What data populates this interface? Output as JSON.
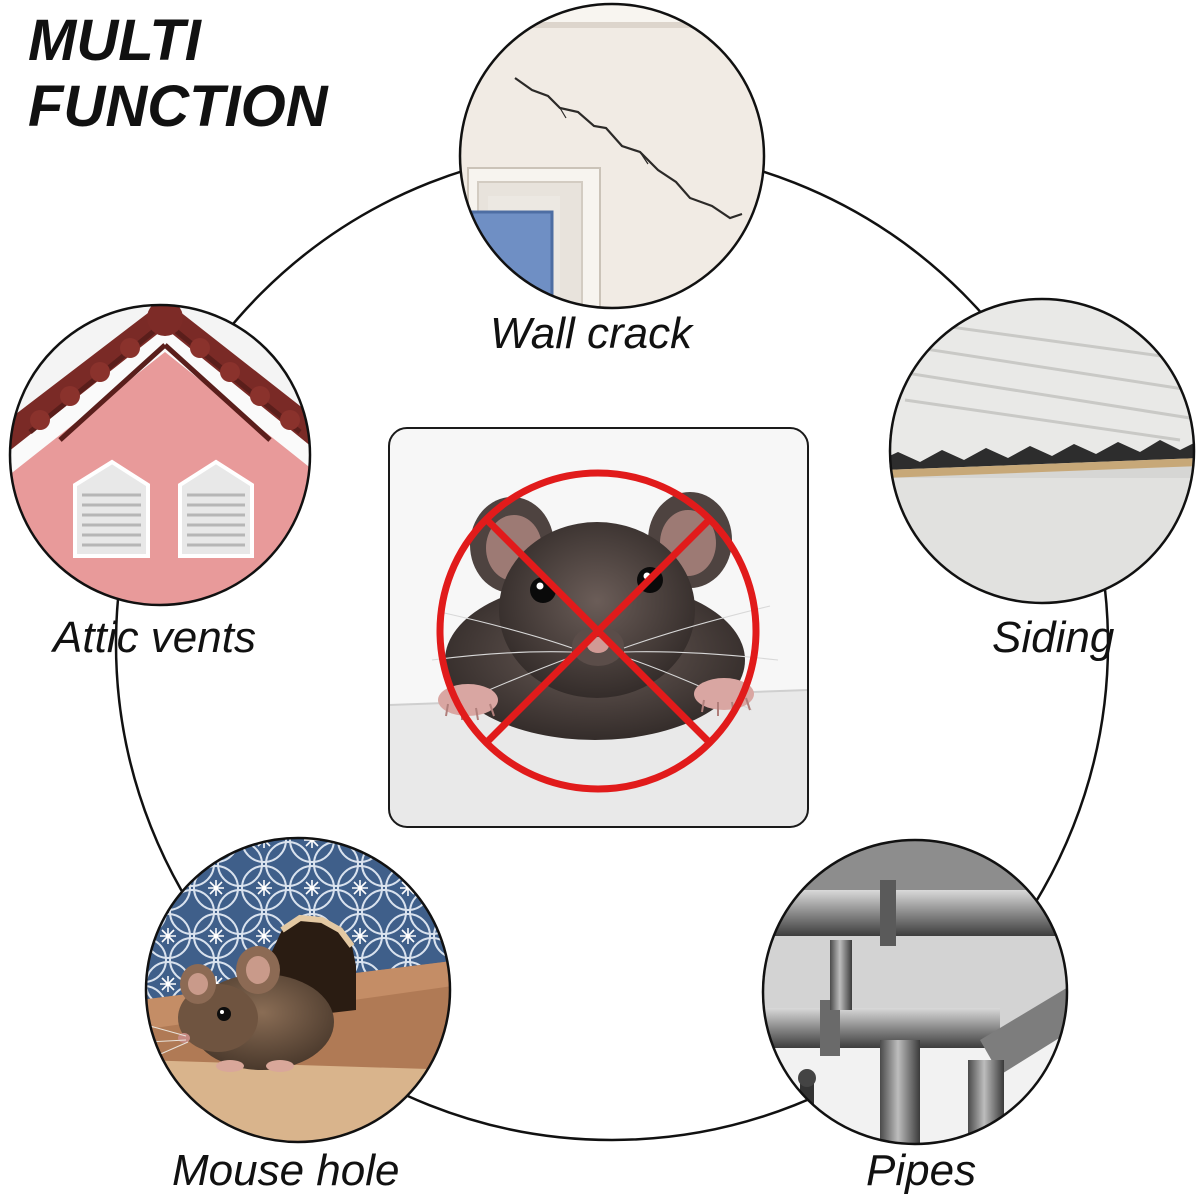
{
  "heading": {
    "line1": "MULTI",
    "line2": "FUNCTION"
  },
  "labels": {
    "wall_crack": "Wall crack",
    "attic_vents": "Attic vents",
    "siding": "Siding",
    "mouse_hole": "Mouse hole",
    "pipes": "Pipes"
  },
  "colors": {
    "ring": "#111111",
    "prohibition": "#e11b1b",
    "text": "#111111"
  },
  "icons": {
    "center": "no-rodents-sign",
    "wall_crack": "wall-crack-photo",
    "attic_vents": "attic-vents-photo",
    "siding": "siding-photo",
    "mouse_hole": "mouse-hole-photo",
    "pipes": "pipes-photo"
  }
}
